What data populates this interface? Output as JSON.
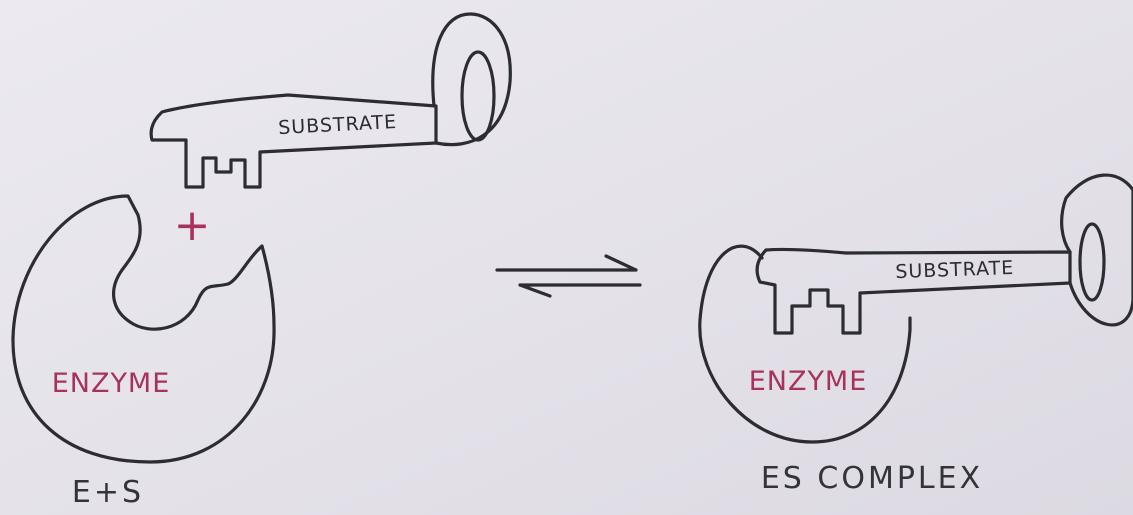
{
  "left_panel": {
    "substrate_label": "SUBSTRATE",
    "plus_label": "+",
    "enzyme_label": "ENZYME",
    "caption": "E+S"
  },
  "right_panel": {
    "substrate_label": "SUBSTRATE",
    "enzyme_label": "ENZYME",
    "caption": "ES COMPLEX"
  },
  "colors": {
    "paper": "#e6e3ea",
    "pencil": "#2c2c33",
    "enzyme_ink": "#a8325c"
  },
  "icons": {
    "equilibrium": "equilibrium-arrows-icon"
  }
}
